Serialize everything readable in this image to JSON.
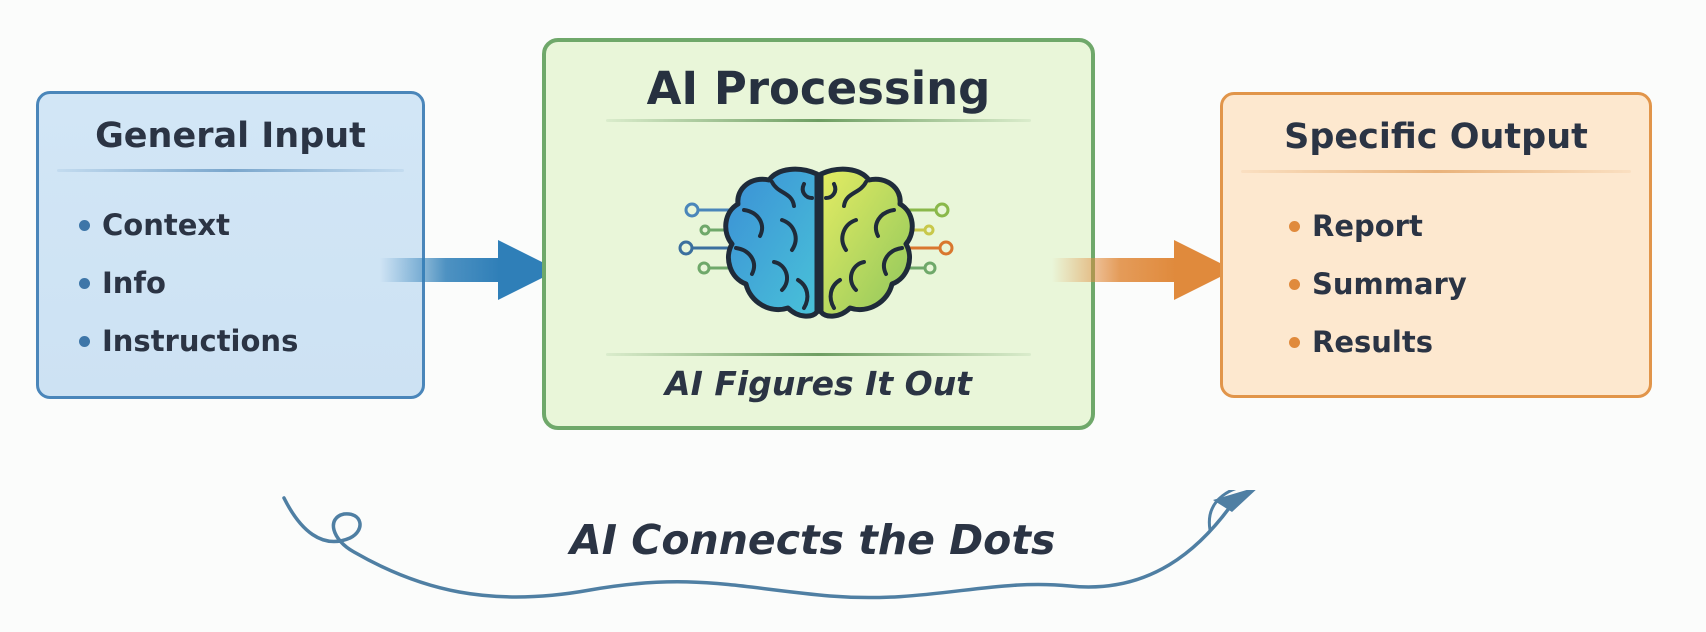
{
  "input": {
    "title": "General Input",
    "items": [
      "Context",
      "Info",
      "Instructions"
    ]
  },
  "process": {
    "title": "AI Processing",
    "subtitle": "AI Figures It Out",
    "icon": "brain-icon"
  },
  "output": {
    "title": "Specific Output",
    "items": [
      "Report",
      "Summary",
      "Results"
    ]
  },
  "caption": "AI Connects the Dots",
  "colors": {
    "input_border": "#4a86ba",
    "input_fill": "#d2e6f6",
    "process_border": "#6fa86a",
    "process_fill": "#e9f6d9",
    "output_border": "#e1954a",
    "output_fill": "#fde8cf",
    "arrow_in": "#2f7fb8",
    "arrow_out": "#e08a3c",
    "swoosh": "#4f7fa3"
  }
}
